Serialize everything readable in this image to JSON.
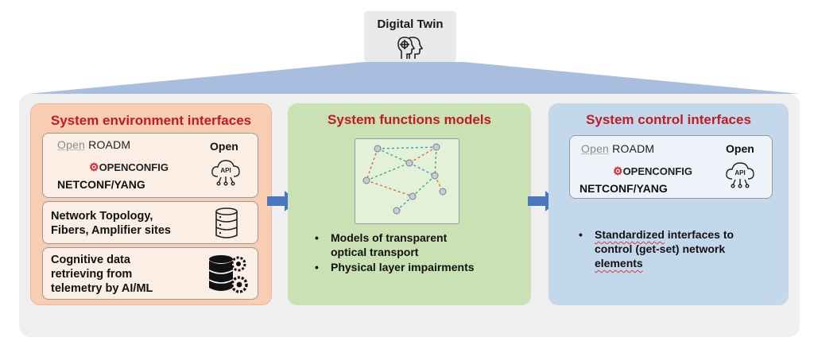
{
  "digital_twin": {
    "title": "Digital Twin",
    "icon": "digital-twin-heads-icon"
  },
  "left_panel": {
    "title": "System environment interfaces",
    "standards_card": {
      "openroadm_open": "Open",
      "openroadm_rest": "ROADM",
      "openconfig": "OPENCONFIG",
      "netconf": "NETCONF/YANG",
      "open_label": "Open",
      "api_label": "API"
    },
    "topology_card": {
      "line1": "Network Topology,",
      "line2": "Fibers, Amplifier sites",
      "icon": "database-icon"
    },
    "cognitive_card": {
      "line1": "Cognitive data",
      "line2": "retrieving from",
      "line3": "telemetry by AI/ML",
      "icon": "database-gears-icon"
    }
  },
  "mid_panel": {
    "title": "System functions models",
    "network_icon": "network-graph-icon",
    "bullets": [
      {
        "line1": "Models of transparent",
        "line2": "optical transport"
      },
      {
        "line1": "Physical layer impairments"
      }
    ]
  },
  "right_panel": {
    "title": "System control interfaces",
    "standards_card": {
      "openroadm_open": "Open",
      "openroadm_rest": "ROADM",
      "openconfig": "OPENCONFIG",
      "netconf": "NETCONF/YANG",
      "open_label": "Open",
      "api_label": "API"
    },
    "bullet": {
      "word1": "Standardized",
      "rest1": " interfaces to",
      "line2": "control (get-set) network",
      "line3": "elements"
    }
  },
  "colors": {
    "title_red": "#c11b23",
    "left_bg": "#f8cdb3",
    "mid_bg": "#c9e1b3",
    "right_bg": "#c4d8ec",
    "arrow_blue": "#4a76c0",
    "roof_blue": "#a9bedf"
  }
}
